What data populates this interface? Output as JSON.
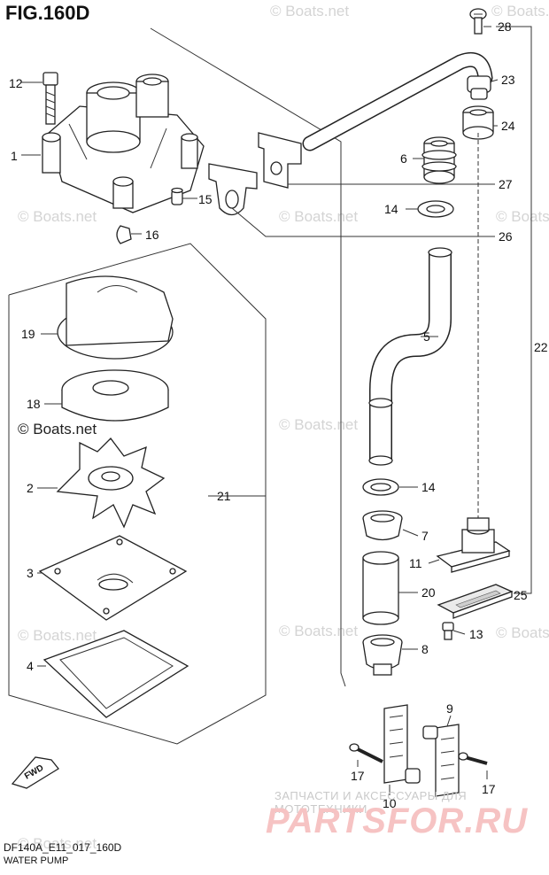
{
  "title": "FIG.160D",
  "footer": {
    "code": "DF140A_E11_017_160D",
    "name": "WATER PUMP"
  },
  "watermark": {
    "copyright": "© Boats.net",
    "bottom_line": "ЗАПЧАСТИ И АКСЕССУАРЫ ДЛЯ МОТОТЕХНИКИ",
    "logo": "PARTSFOR.RU"
  },
  "fwd_label": "FWD",
  "callouts": {
    "c1": "1",
    "c2": "2",
    "c3": "3",
    "c4": "4",
    "c5": "5",
    "c6": "6",
    "c7": "7",
    "c8": "8",
    "c9": "9",
    "c10": "10",
    "c11": "11",
    "c12": "12",
    "c13": "13",
    "c14a": "14",
    "c14b": "14",
    "c15": "15",
    "c16": "16",
    "c17a": "17",
    "c17b": "17",
    "c18": "18",
    "c19": "19",
    "c20": "20",
    "c21": "21",
    "c22": "22",
    "c23": "23",
    "c24": "24",
    "c25": "25",
    "c26": "26",
    "c27": "27",
    "c28": "28"
  }
}
